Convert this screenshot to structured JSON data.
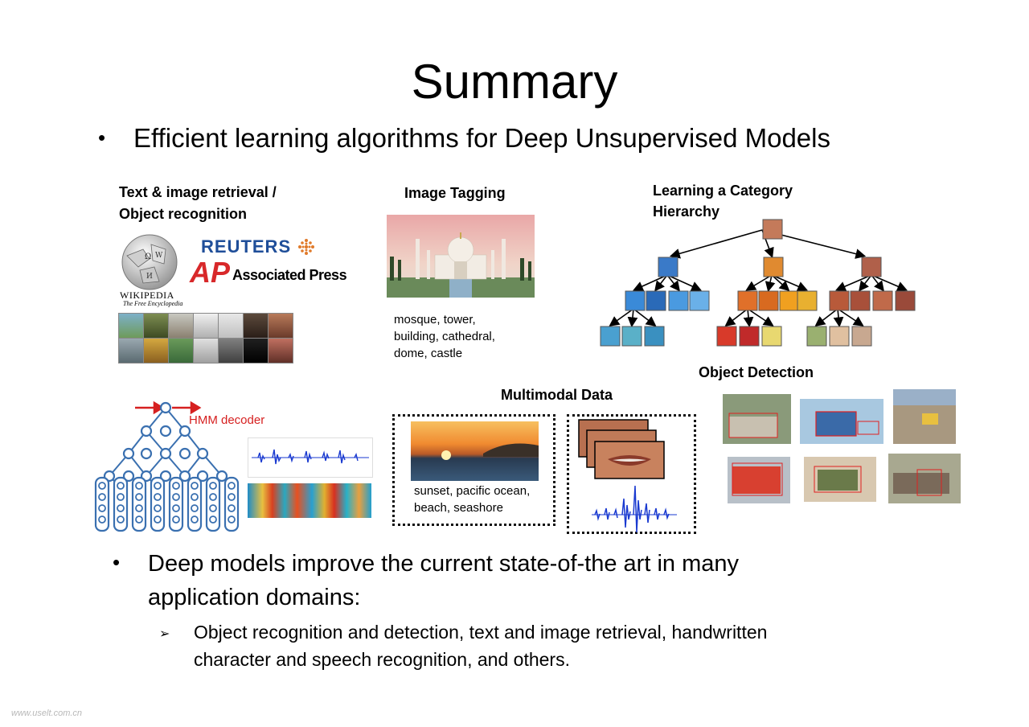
{
  "slide": {
    "title": "Summary",
    "bullet1": "Efficient learning algorithms for Deep Unsupervised Models",
    "panels": {
      "retrieval": {
        "label_line1": "Text & image retrieval /",
        "label_line2": "Object recognition",
        "wiki_name": "WIKIPEDIA",
        "wiki_sub": "The Free Encyclopedia",
        "reuters": "REUTERS",
        "ap_logo": "AP",
        "ap_text": "Associated Press"
      },
      "tagging": {
        "label": "Image Tagging",
        "tags_line1": "mosque, tower,",
        "tags_line2": "building, cathedral,",
        "tags_line3": "dome, castle"
      },
      "hierarchy": {
        "label_line1": "Learning a Category",
        "label_line2": "Hierarchy"
      },
      "detection": {
        "label": "Object Detection"
      },
      "speech": {
        "decoder_label": "HMM decoder"
      },
      "multimodal": {
        "label": "Multimodal Data",
        "tags_line1": "sunset, pacific ocean,",
        "tags_line2": "beach, seashore"
      }
    },
    "bullet2_line1": "Deep models improve the current state-of-the art in many",
    "bullet2_line2": "application domains:",
    "sub_line1": "Object recognition and detection, text and image retrieval, handwritten",
    "sub_line2": "character and speech recognition, and others.",
    "watermark": "www.uselt.com.cn"
  },
  "colors": {
    "reuters": "#1f4e99",
    "ap_red": "#d8282a",
    "decoder_red": "#d62020",
    "net_blue": "#3a70b0"
  }
}
